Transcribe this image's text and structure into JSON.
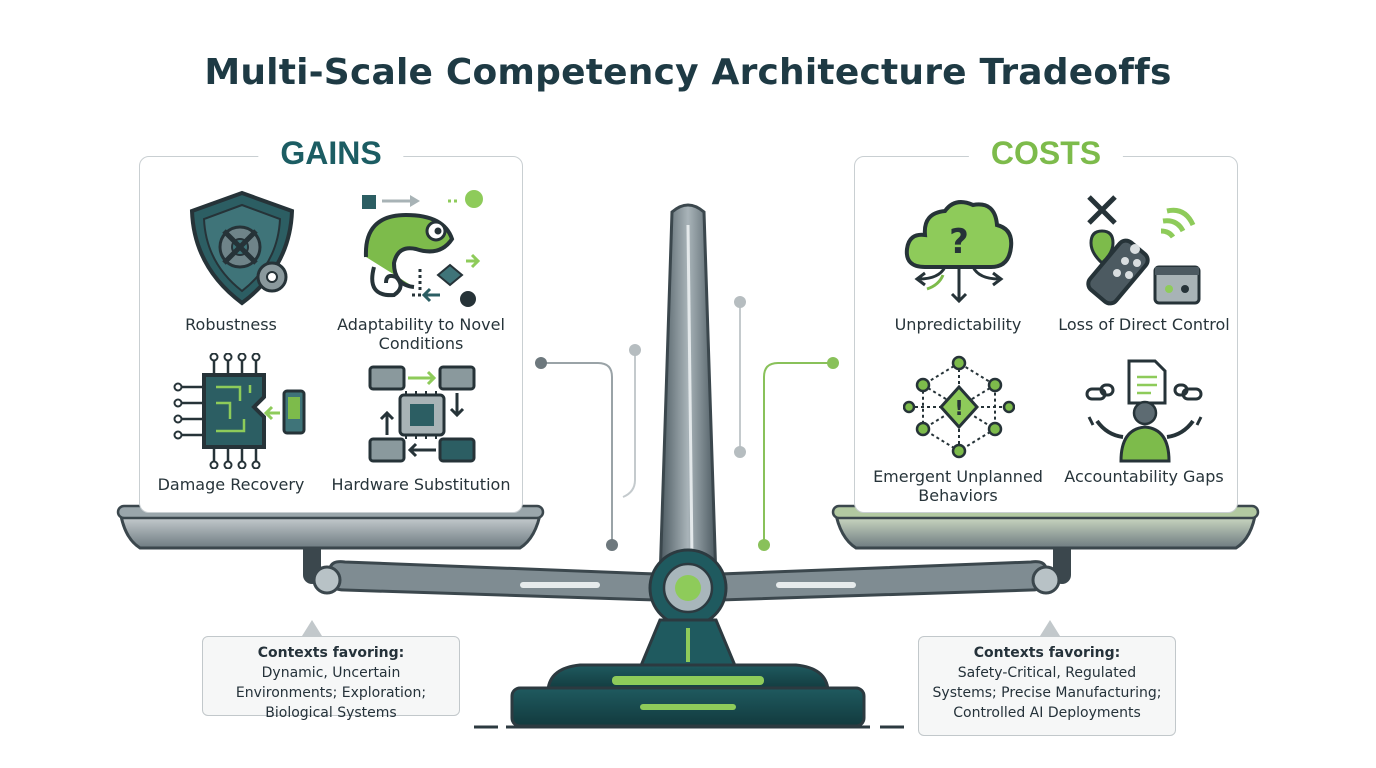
{
  "title": "Multi-Scale Competency Architecture Tradeoffs",
  "gains": {
    "heading": "GAINS",
    "items": [
      {
        "label": "Robustness",
        "icon": "shield-gear-icon"
      },
      {
        "label": "Adaptability to Novel Conditions",
        "icon": "chameleon-icon"
      },
      {
        "label": "Damage Recovery",
        "icon": "circuit-repair-icon"
      },
      {
        "label": "Hardware Substitution",
        "icon": "chip-swap-icon"
      }
    ],
    "contexts_heading": "Contexts favoring:",
    "contexts_body": "Dynamic, Uncertain Environments; Exploration; Biological Systems"
  },
  "costs": {
    "heading": "COSTS",
    "items": [
      {
        "label": "Unpredictability",
        "icon": "question-cloud-icon"
      },
      {
        "label": "Loss of Direct Control",
        "icon": "remote-control-icon"
      },
      {
        "label": "Emergent Unplanned Behaviors",
        "icon": "network-alert-icon"
      },
      {
        "label": "Accountability Gaps",
        "icon": "person-shrug-icon"
      }
    ],
    "contexts_heading": "Contexts favoring:",
    "contexts_body": "Safety-Critical, Regulated Systems; Precise Manufacturing; Controlled AI Deployments"
  },
  "colors": {
    "teal": "#1c5d63",
    "green": "#7dbb4b",
    "steel": "#5d6b72"
  }
}
